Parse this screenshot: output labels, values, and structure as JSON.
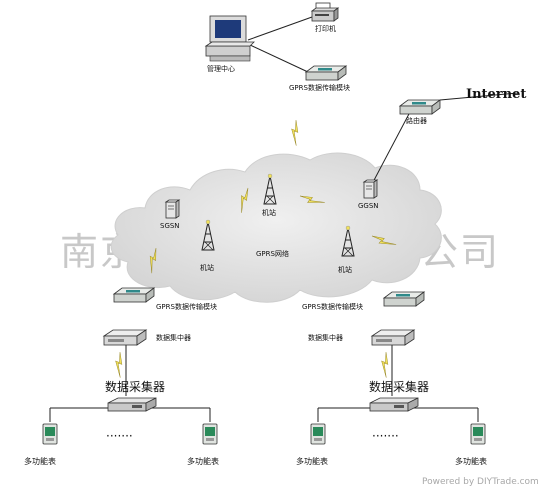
{
  "labels": {
    "printer": "打印机",
    "management_center": "管理中心",
    "gprs_module_top": "GPRS数据传输模块",
    "internet": "Internet",
    "router": "路由器",
    "ggsn": "GGSN",
    "sgsn": "SGSN",
    "base_station_center": "机站",
    "base_station_left": "机站",
    "base_station_right": "机站",
    "gprs_network": "GPRS网络",
    "gprs_module_left": "GPRS数据传输模块",
    "gprs_module_right": "GPRS数据传输模块",
    "concentrator_left": "数据集中器",
    "concentrator_right": "数据集中器",
    "collector_left": "数据采集器",
    "collector_right": "数据采集器",
    "ellipsis_left": "·······",
    "ellipsis_right": "·······",
    "meter_ll": "多功能表",
    "meter_lr": "多功能表",
    "meter_rl": "多功能表",
    "meter_rr": "多功能表"
  },
  "watermark": {
    "company": "南京宏杰科工贸有限公司",
    "site": "Powered by DIYTrade.com"
  },
  "colors": {
    "cloud": "#e4e4e4",
    "lightning": "#f2e25a",
    "device": "#d9dcd9",
    "modem_accent": "#2f8a8a"
  }
}
